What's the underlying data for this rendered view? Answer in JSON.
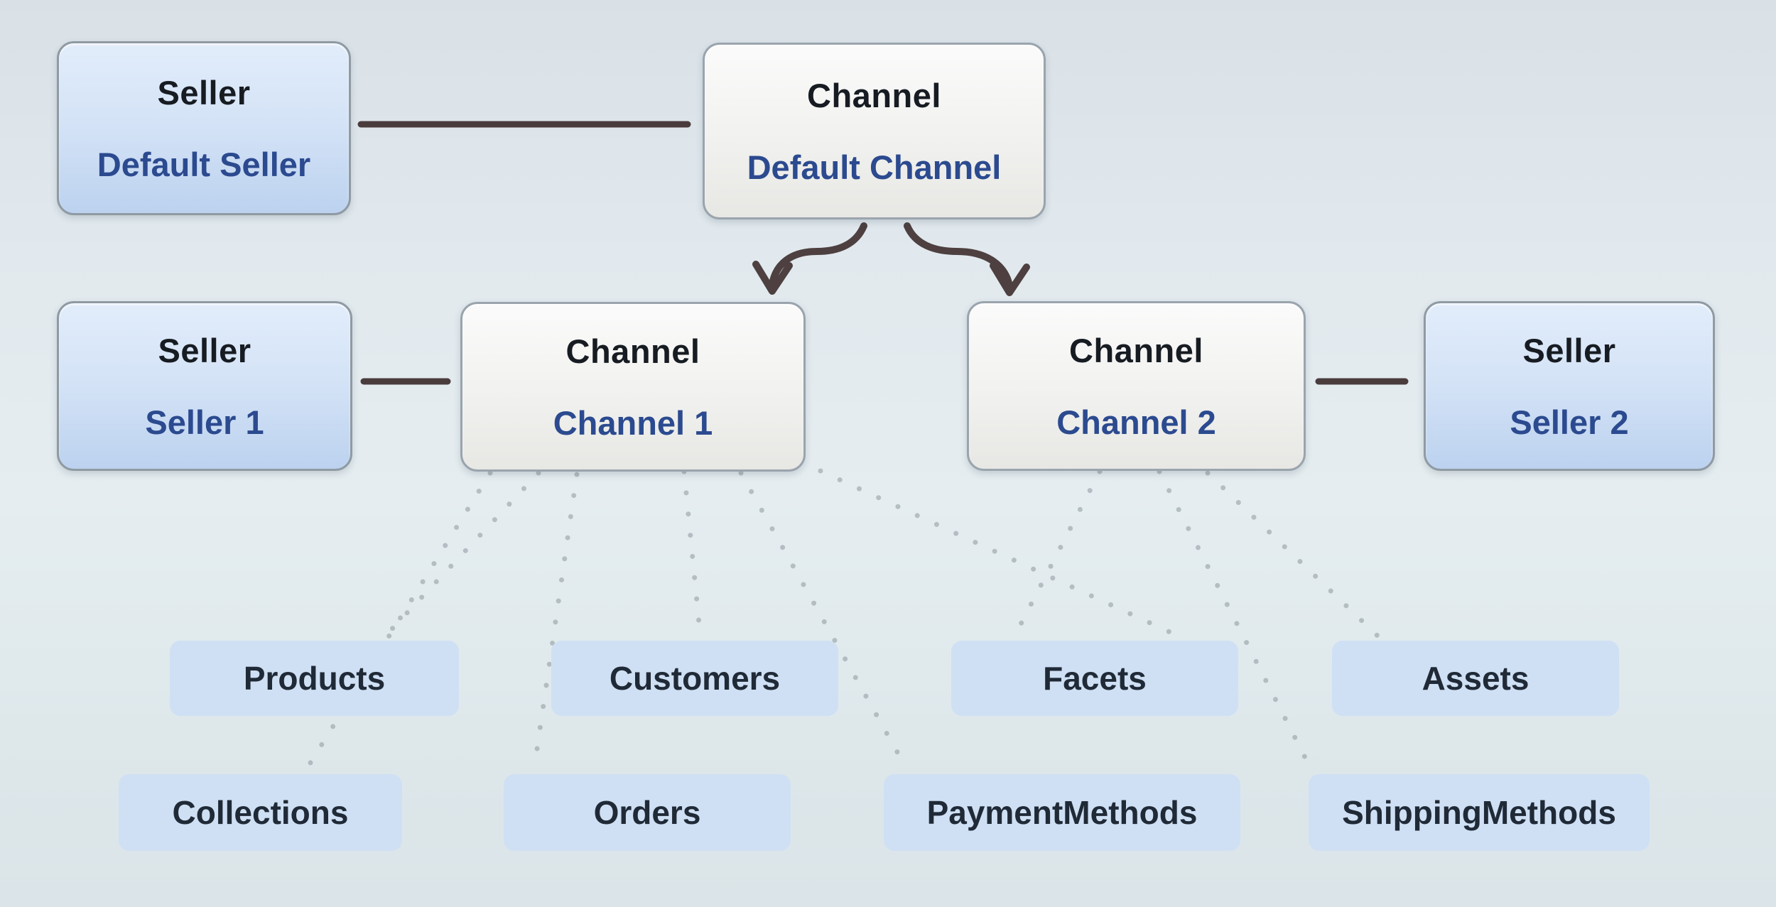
{
  "diagram": {
    "nodes": {
      "default_seller": {
        "type_label": "Seller",
        "name": "Default Seller"
      },
      "default_channel": {
        "type_label": "Channel",
        "name": "Default Channel"
      },
      "seller_1": {
        "type_label": "Seller",
        "name": "Seller 1"
      },
      "channel_1": {
        "type_label": "Channel",
        "name": "Channel 1"
      },
      "channel_2": {
        "type_label": "Channel",
        "name": "Channel 2"
      },
      "seller_2": {
        "type_label": "Seller",
        "name": "Seller 2"
      }
    },
    "entities": [
      {
        "label": "Products"
      },
      {
        "label": "Customers"
      },
      {
        "label": "Facets"
      },
      {
        "label": "Assets"
      },
      {
        "label": "Collections"
      },
      {
        "label": "Orders"
      },
      {
        "label": "PaymentMethods"
      },
      {
        "label": "ShippingMethods"
      }
    ],
    "solid_links": [
      {
        "from": "Default Seller",
        "to": "Default Channel"
      },
      {
        "from": "Seller 1",
        "to": "Channel 1"
      },
      {
        "from": "Channel 2",
        "to": "Seller 2"
      }
    ],
    "arrow_links": [
      {
        "from": "Default Channel",
        "to": "Channel 1"
      },
      {
        "from": "Default Channel",
        "to": "Channel 2"
      }
    ],
    "dotted_links": [
      {
        "from": "Channel 1",
        "to": "Products"
      },
      {
        "from": "Channel 1",
        "to": "Collections"
      },
      {
        "from": "Channel 1",
        "to": "Customers"
      },
      {
        "from": "Channel 1",
        "to": "Orders"
      },
      {
        "from": "Channel 1",
        "to": "Facets"
      },
      {
        "from": "Channel 1",
        "to": "PaymentMethods"
      },
      {
        "from": "Channel 2",
        "to": "Facets"
      },
      {
        "from": "Channel 2",
        "to": "Assets"
      },
      {
        "from": "Channel 2",
        "to": "ShippingMethods"
      }
    ],
    "colors": {
      "background_top": "#d9e1e7",
      "background_bottom": "#dbe4e8",
      "seller_box_top": "#e2edfb",
      "seller_box_bottom": "#bcd2ef",
      "channel_box_top": "#fbfbfb",
      "channel_box_bottom": "#e7e7e4",
      "entity_box": "#cfe0f4",
      "box_border": "#9aa4ad",
      "type_text": "#171c22",
      "name_text": "#2b4a8f",
      "entity_text": "#202a37",
      "solid_link": "#4a3c3c",
      "dotted_link": "#8d979f"
    }
  }
}
